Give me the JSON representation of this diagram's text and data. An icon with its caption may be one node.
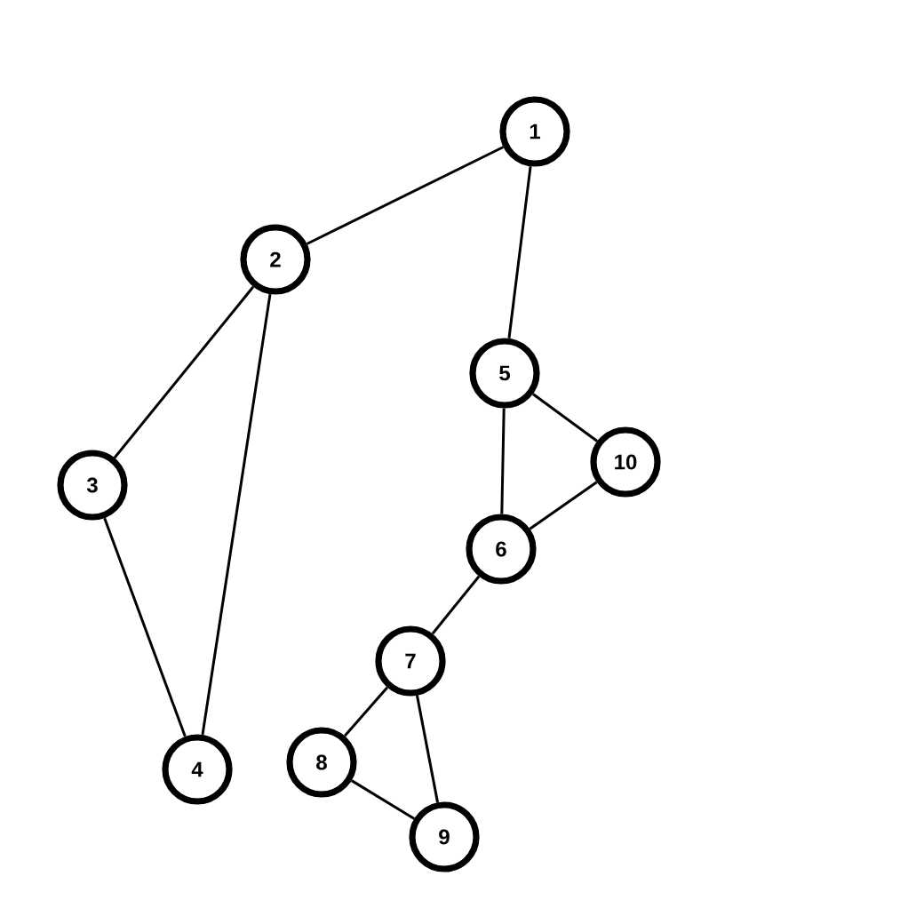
{
  "diagram": {
    "nodes": [
      {
        "text": [
          "1"
        ]
      },
      {
        "text": [
          "2"
        ]
      },
      {
        "text": [
          "3"
        ]
      },
      {
        "text": [
          "4"
        ]
      },
      {
        "text": [
          "5"
        ]
      },
      {
        "text": [
          "6"
        ]
      },
      {
        "text": [
          "7"
        ]
      },
      {
        "text": [
          "8"
        ]
      },
      {
        "text": [
          "9"
        ]
      },
      {
        "text": [
          "10"
        ]
      }
    ],
    "edges": [
      {
        "from": 0,
        "to": 1,
        "arrow": "none"
      },
      {
        "from": 0,
        "to": 4,
        "arrow": "none"
      },
      {
        "from": 1,
        "to": 2,
        "arrow": "none"
      },
      {
        "from": 1,
        "to": 3,
        "arrow": "none"
      },
      {
        "from": 2,
        "to": 3,
        "arrow": "none"
      },
      {
        "from": 4,
        "to": 5,
        "arrow": "none"
      },
      {
        "from": 4,
        "to": 9,
        "arrow": "none"
      },
      {
        "from": 5,
        "to": 9,
        "arrow": "none"
      },
      {
        "from": 5,
        "to": 6,
        "arrow": "none"
      },
      {
        "from": 6,
        "to": 7,
        "arrow": "none"
      },
      {
        "from": 6,
        "to": 8,
        "arrow": "none"
      },
      {
        "from": 7,
        "to": 8,
        "arrow": "none"
      }
    ]
  }
}
